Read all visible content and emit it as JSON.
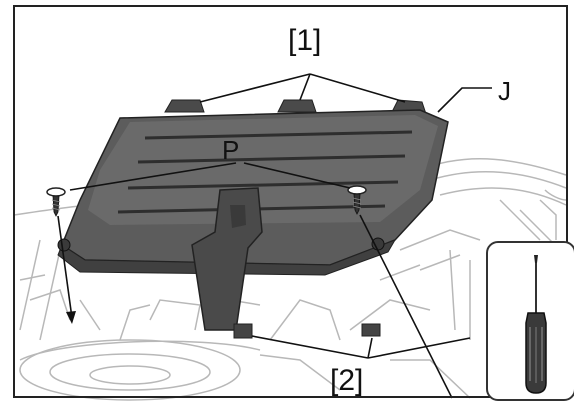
{
  "labels": {
    "part_1": "[1]",
    "part_j": "J",
    "part_p": "P",
    "part_2": "[2]"
  },
  "icons": {
    "tool": "screwdriver-icon",
    "screw": "screw-icon"
  },
  "colors": {
    "cover": "#5c5c5c",
    "cover_dark": "#3a3a3a",
    "line_art": "#b8b8b8",
    "ink": "#111111"
  }
}
